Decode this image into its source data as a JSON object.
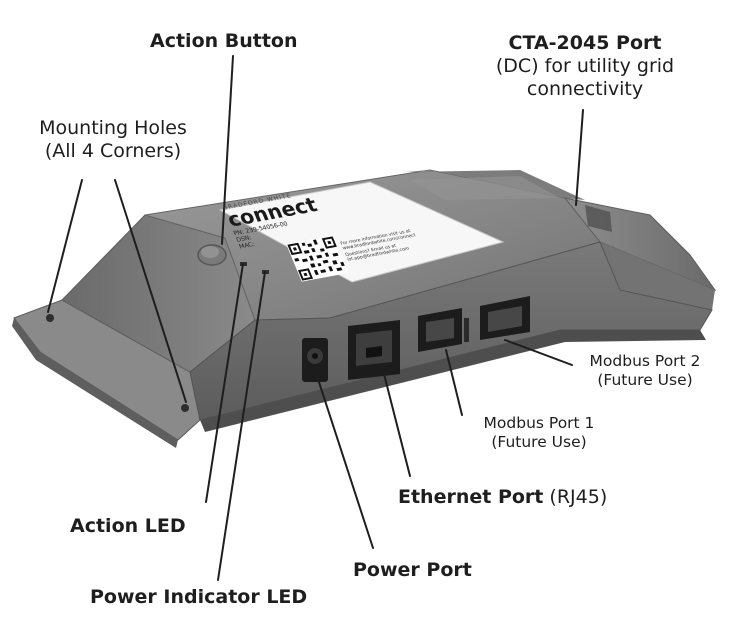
{
  "callouts": {
    "action_button": "Action Button",
    "cta_port_title": "CTA-2045 Port",
    "cta_port_line2": "(DC) for utility grid",
    "cta_port_line3": "connectivity",
    "mounting_holes_line1": "Mounting Holes",
    "mounting_holes_line2": "(All 4 Corners)",
    "modbus_port_2_line1": "Modbus Port 2",
    "modbus_port_2_line2": "(Future Use)",
    "modbus_port_1_line1": "Modbus Port 1",
    "modbus_port_1_line2": "(Future Use)",
    "ethernet_port_title": "Ethernet Port",
    "ethernet_port_suffix": " (RJ45)",
    "action_led": "Action LED",
    "power_port": "Power Port",
    "power_indicator_led": "Power Indicator LED"
  },
  "sticker": {
    "brand_top": "BRADFORD WHITE",
    "brand_main": "connect",
    "pn": "PN: 239-54056-00",
    "dsn": "DSN:",
    "mac": "MAC:",
    "info_line1": "For more information visit us at",
    "info_line2": "www.bradfordwhite.com/connect",
    "info_line3": "Questions? Email us at",
    "info_line4": "iot.app@bradfordwhite.com"
  },
  "colors": {
    "device_top": "#8c8c8c",
    "device_front": "#6e6e6e",
    "device_dark": "#3a3a3a",
    "leader_line": "#1e1e1e",
    "label_text": "#1e1e1e"
  }
}
